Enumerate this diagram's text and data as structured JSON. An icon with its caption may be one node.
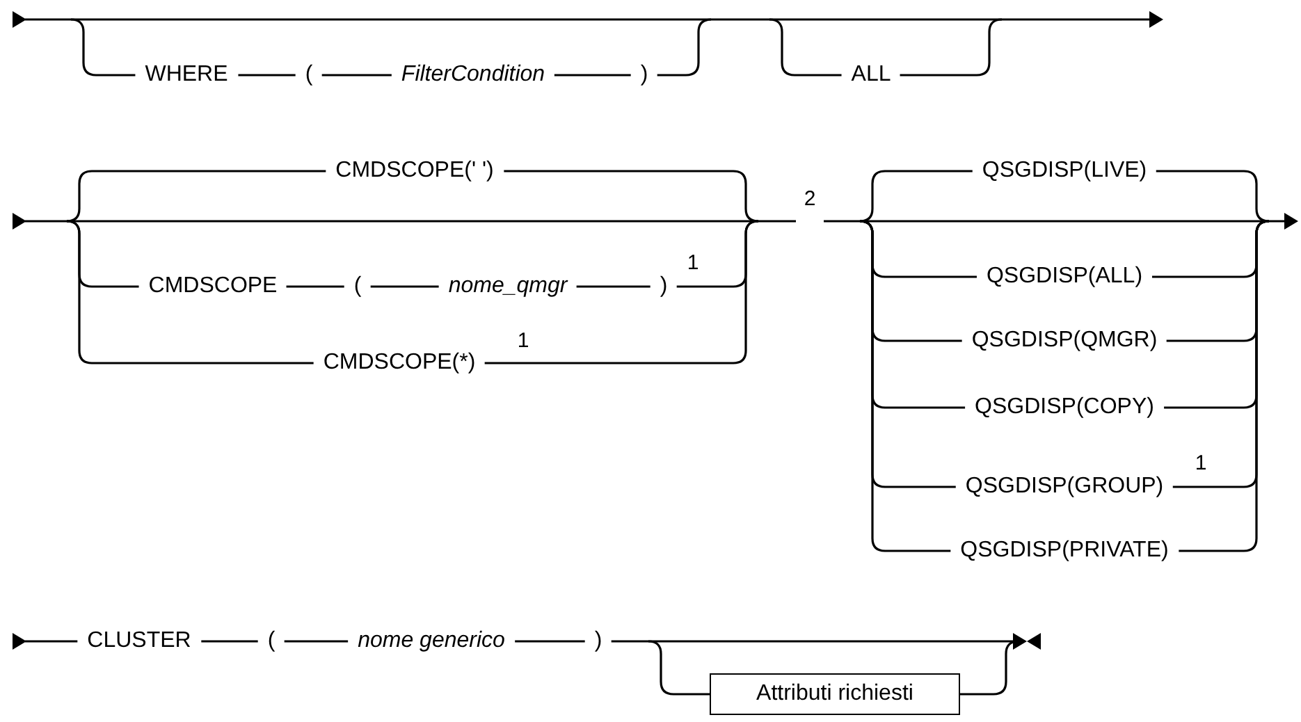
{
  "diagram": {
    "nodes": [
      {
        "text": [
          "Attributi richiesti"
        ]
      }
    ],
    "labels": [
      "WHERE",
      "(",
      "FilterCondition",
      ")",
      "ALL",
      "CMDSCOPE(' ')",
      "CMDSCOPE",
      "(",
      "nome_qmgr",
      ")",
      "1",
      "CMDSCOPE(*)",
      "1",
      "2",
      "QSGDISP(LIVE)",
      "QSGDISP(ALL)",
      "QSGDISP(QMGR)",
      "QSGDISP(COPY)",
      "QSGDISP(GROUP)",
      "1",
      "QSGDISP(PRIVATE)",
      "CLUSTER",
      "(",
      "nome generico",
      ")"
    ]
  }
}
